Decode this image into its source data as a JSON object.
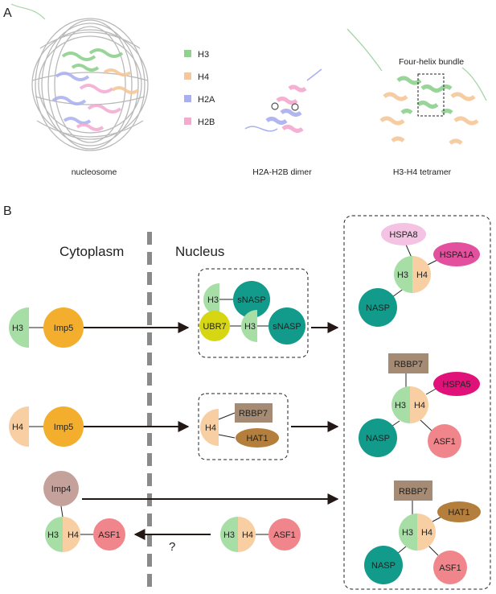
{
  "panel_a": {
    "label": "A",
    "legend": [
      {
        "label": "H3",
        "color": "#8fd18f"
      },
      {
        "label": "H4",
        "color": "#f6c79a"
      },
      {
        "label": "H2A",
        "color": "#a9aff0"
      },
      {
        "label": "H2B",
        "color": "#f4a9cf"
      }
    ],
    "captions": {
      "nucleosome": "nucleosome",
      "dimer": "H2A-H2B dimer",
      "tetramer": "H3-H4 tetramer",
      "bundle": "Four-helix bundle"
    }
  },
  "panel_b": {
    "label": "B",
    "cytoplasm": "Cytoplasm",
    "nucleus": "Nucleus",
    "question": "?",
    "labels": {
      "H3": "H3",
      "H4": "H4",
      "Imp5": "Imp5",
      "Imp4": "Imp4",
      "ASF1": "ASF1",
      "sNASP": "sNASP",
      "UBR7": "UBR7",
      "RBBP7": "RBBP7",
      "HAT1": "HAT1",
      "NASP": "NASP",
      "HSPA8": "HSPA8",
      "HSPA1A": "HSPA1A",
      "HSPA5": "HSPA5"
    },
    "colors": {
      "h3": "#a6dea6",
      "h4": "#f8cfa2",
      "imp5": "#f2ae2c",
      "imp4": "#c4a29b",
      "asf1": "#f0868b",
      "nasp": "#129a8a",
      "ubr7": "#d6d613",
      "rbbp7": "#a68b74",
      "hat1": "#b47f3c",
      "hspa8": "#f4c2e2",
      "hspa1a": "#e2509e",
      "hspa5": "#e0127a"
    }
  }
}
